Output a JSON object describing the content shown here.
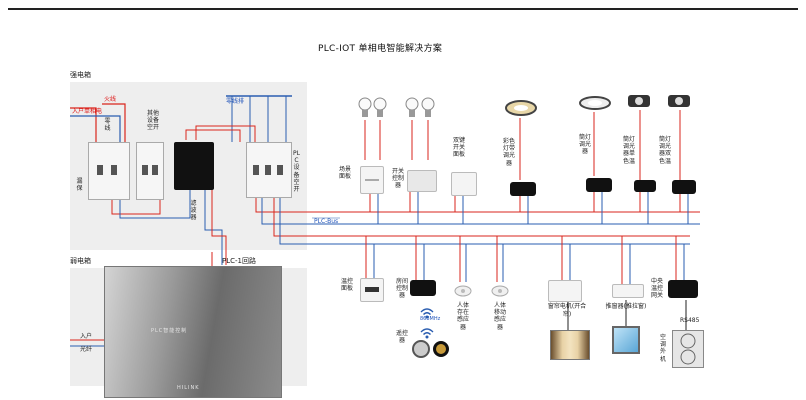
{
  "title": "PLC-IOT 单相电智能解决方案",
  "zones": {
    "strong": "强电箱",
    "weak": "弱电箱"
  },
  "strong_box": {
    "live": "火线",
    "incoming": "入户单相电",
    "neutral": "零线",
    "leak_protect": "漏保",
    "other_breaker": "其他设备空开",
    "neutral_bus": "零线排",
    "filter": "滤波器",
    "plc_breaker": "PLC设备空开"
  },
  "bus_label": "PLC-Bus",
  "loop_label": "PLC-1回路",
  "weak_box": {
    "fiber_in_1": "入户",
    "fiber_in_2": "光纤"
  },
  "gateway": {
    "brand_text": "PLC智能控制",
    "logo": "HILINK"
  },
  "top_devices": [
    {
      "label": "场景面板"
    },
    {
      "label": "开关控制器"
    },
    {
      "label": "双键开关面板"
    },
    {
      "label": "彩色灯带调光器"
    },
    {
      "label": "筒灯调光器"
    },
    {
      "label": "筒灯调光器单色温"
    },
    {
      "label": "筒灯调光器双色温"
    }
  ],
  "bottom_devices": [
    {
      "label": "温控面板"
    },
    {
      "label": "房间控制器"
    },
    {
      "label": "遥控器"
    },
    {
      "label": "人体存在感应器"
    },
    {
      "label": "人体移动感应器"
    },
    {
      "label": "窗帘电机(开合帘)"
    },
    {
      "label": "推窗器(推拉窗)"
    },
    {
      "label": "中央温控网关"
    },
    {
      "label": "RS485"
    },
    {
      "label": "空调外机"
    },
    {
      "label": "868MHz"
    }
  ],
  "colors": {
    "live": "#d9261c",
    "neutral": "#2a5db0",
    "bus": "#2a5db0",
    "zone": "#eeeeee"
  }
}
